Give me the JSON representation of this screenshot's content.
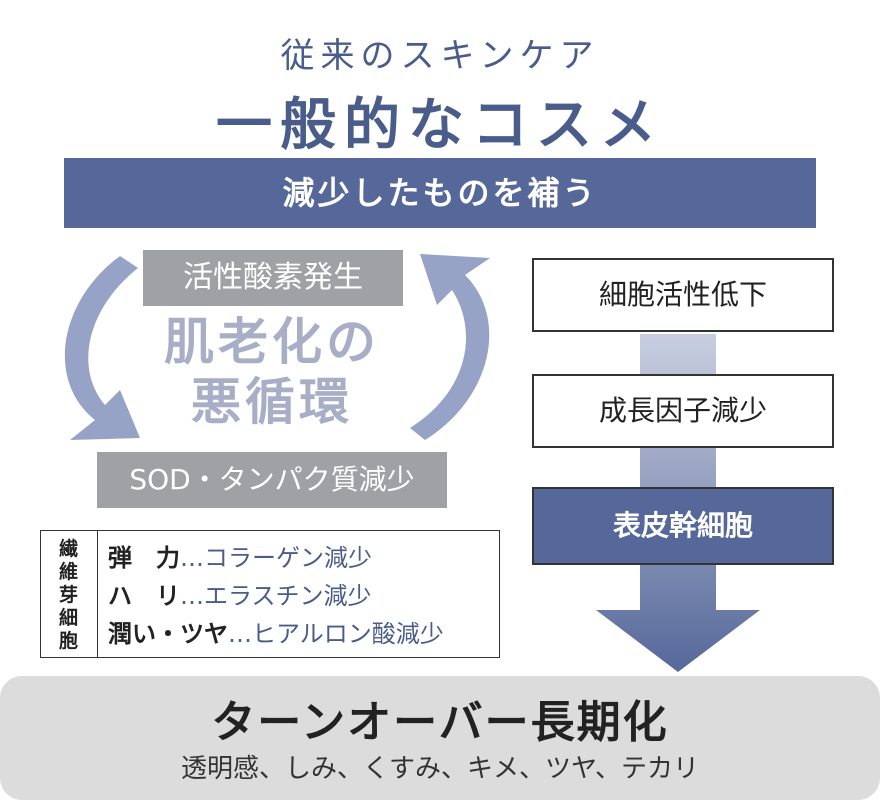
{
  "header": {
    "subtitle": "従来のスキンケア",
    "title": "一般的なコスメ"
  },
  "banner": {
    "label": "減少したものを補う"
  },
  "cycle": {
    "top_box": "活性酸素発生",
    "center_line1": "肌老化の",
    "center_line2": "悪循環",
    "bottom_box": "SOD・タンパク質減少"
  },
  "flow": {
    "step1": "細胞活性低下",
    "step2": "成長因子減少",
    "step3": "表皮幹細胞"
  },
  "fibroblast": {
    "label_chars": [
      "繊",
      "維",
      "芽",
      "細",
      "胞"
    ],
    "rows": [
      {
        "key": "弾　力",
        "value": "…コラーゲン減少"
      },
      {
        "key": "ハ　リ",
        "value": "…エラスチン減少"
      },
      {
        "key": "潤い・ツヤ",
        "value": "…ヒアルロン酸減少"
      }
    ]
  },
  "result": {
    "title": "ターンオーバー長期化",
    "subtitle": "透明感、しみ、くすみ、キメ、ツヤ、テカリ"
  },
  "colors": {
    "navy": "#56689a",
    "gray_box": "#9fa1a4",
    "cycle_text": "#a8aec6",
    "arrow": "#8f9bc2",
    "bottom_bg": "#dcdcdc"
  }
}
